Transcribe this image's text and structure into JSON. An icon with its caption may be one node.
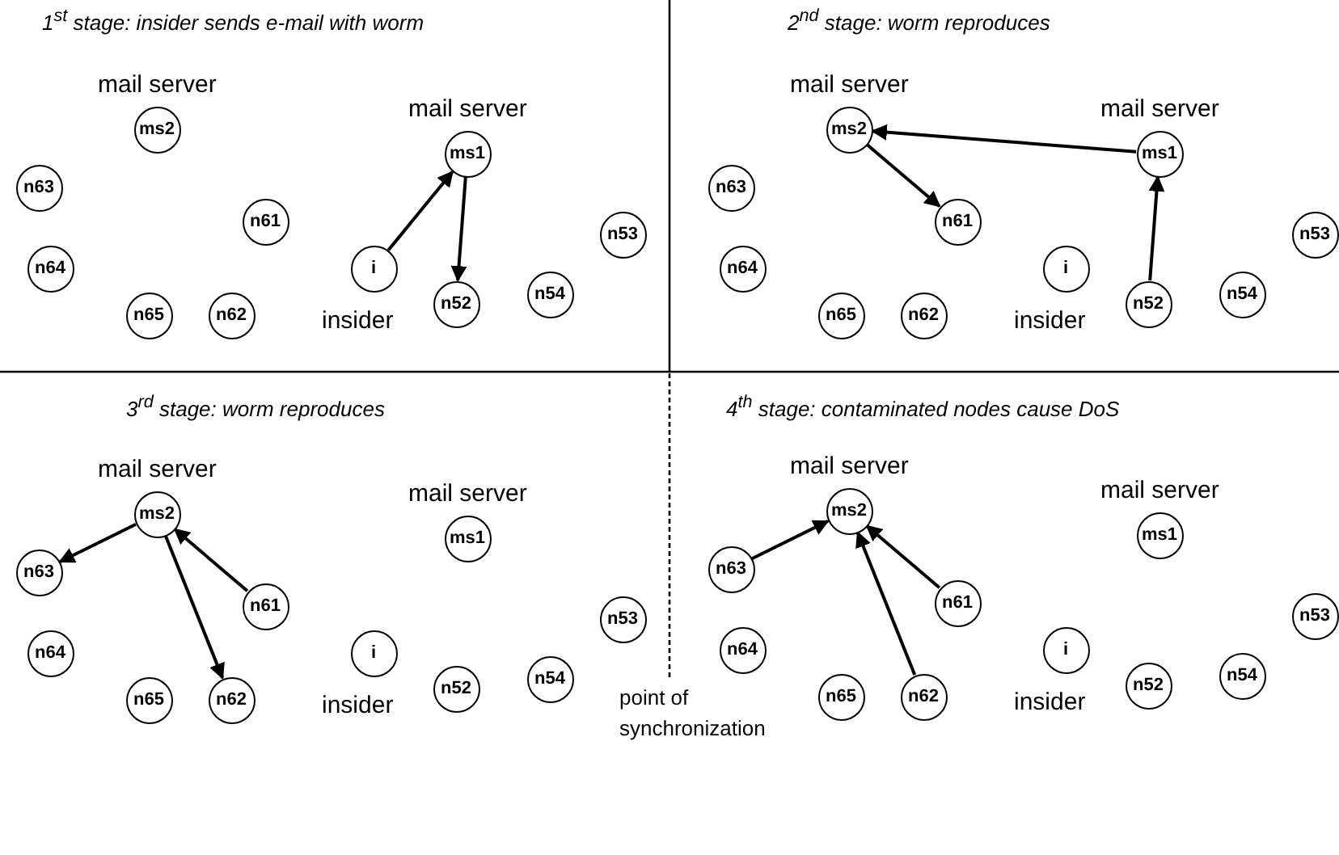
{
  "diagram": {
    "nodes": [
      {
        "text": [
          "ms2"
        ],
        "beside": [
          "mail server"
        ]
      },
      {
        "text": [
          "ms1"
        ],
        "beside": [
          "mail server"
        ]
      },
      {
        "text": [
          "n63"
        ]
      },
      {
        "text": [
          "n61"
        ]
      },
      {
        "text": [
          "n53"
        ]
      },
      {
        "text": [
          "n64"
        ]
      },
      {
        "text": [
          "i"
        ],
        "beside": [
          "insider"
        ]
      },
      {
        "text": [
          "n54"
        ]
      },
      {
        "text": [
          "n52"
        ]
      },
      {
        "text": [
          "n65"
        ]
      },
      {
        "text": [
          "n62"
        ]
      },
      {
        "text": [
          "ms2"
        ],
        "beside": [
          "mail server"
        ]
      },
      {
        "text": [
          "ms1"
        ],
        "beside": [
          "mail server"
        ]
      },
      {
        "text": [
          "n63"
        ]
      },
      {
        "text": [
          "n61"
        ]
      },
      {
        "text": [
          "n53"
        ]
      },
      {
        "text": [
          "n64"
        ]
      },
      {
        "text": [
          "i"
        ],
        "beside": [
          "insider"
        ]
      },
      {
        "text": [
          "n54"
        ]
      },
      {
        "text": [
          "n52"
        ]
      },
      {
        "text": [
          "n65"
        ]
      },
      {
        "text": [
          "n62"
        ]
      },
      {
        "text": [
          "ms2"
        ],
        "beside": [
          "mail server"
        ]
      },
      {
        "text": [
          "ms1"
        ],
        "beside": [
          "mail server"
        ]
      },
      {
        "text": [
          "n63"
        ]
      },
      {
        "text": [
          "n61"
        ]
      },
      {
        "text": [
          "n53"
        ]
      },
      {
        "text": [
          "n64"
        ]
      },
      {
        "text": [
          "i"
        ],
        "beside": [
          "insider"
        ]
      },
      {
        "text": [
          "n54"
        ]
      },
      {
        "text": [
          "n52"
        ]
      },
      {
        "text": [
          "n65"
        ]
      },
      {
        "text": [
          "n62"
        ]
      },
      {
        "text": [
          "ms2"
        ],
        "beside": [
          "mail server"
        ]
      },
      {
        "text": [
          "ms1"
        ],
        "beside": [
          "mail server"
        ]
      },
      {
        "text": [
          "n63"
        ]
      },
      {
        "text": [
          "n61"
        ]
      },
      {
        "text": [
          "n53"
        ]
      },
      {
        "text": [
          "n64"
        ]
      },
      {
        "text": [
          "i"
        ],
        "beside": [
          "insider"
        ]
      },
      {
        "text": [
          "n54"
        ]
      },
      {
        "text": [
          "n52"
        ]
      },
      {
        "text": [
          "n65"
        ]
      },
      {
        "text": [
          "n62"
        ]
      }
    ],
    "edges": [
      {
        "from": 6,
        "to": 1,
        "arrow": "to"
      },
      {
        "from": 1,
        "to": 8,
        "arrow": "to"
      },
      {
        "from": 12,
        "to": 11,
        "arrow": "to"
      },
      {
        "from": 11,
        "to": 14,
        "arrow": "to"
      },
      {
        "from": 19,
        "to": 12,
        "arrow": "to"
      },
      {
        "from": 22,
        "to": 24,
        "arrow": "to"
      },
      {
        "from": 22,
        "to": 32,
        "arrow": "to"
      },
      {
        "from": 25,
        "to": 22,
        "arrow": "to"
      },
      {
        "from": 35,
        "to": 33,
        "arrow": "to"
      },
      {
        "from": 43,
        "to": 33,
        "arrow": "to"
      },
      {
        "from": 36,
        "to": 33,
        "arrow": "to"
      }
    ],
    "labels": [
      "1$^{st}$ stage: insider sends e-mail with worm",
      "2$^{nd}$ stage: worm reproduces",
      "3$^{rd}$ stage: worm reproduces",
      "4$^{th}$ stage: contaminated nodes cause DoS",
      "point of synchronization"
    ]
  }
}
